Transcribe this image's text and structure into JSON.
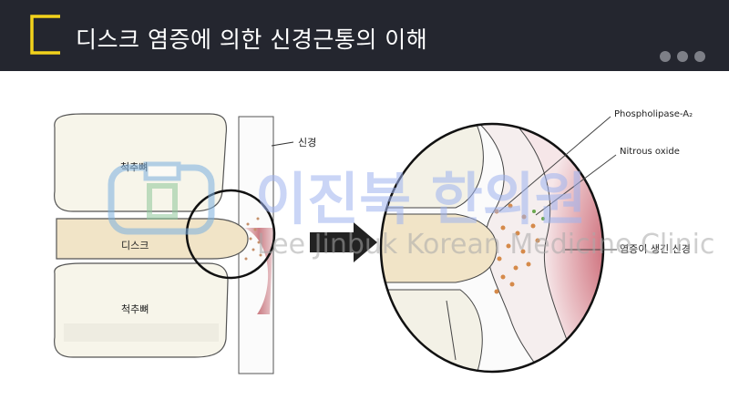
{
  "header": {
    "title": "디스크 염증에 의한 신경근통의 이해",
    "accent_color": "#f2d21c",
    "more_icon": "three-dots-icon"
  },
  "diagram": {
    "labels": {
      "nerve": "신경",
      "vertebra_top": "척추뼈",
      "disc": "디스크",
      "vertebra_bottom": "척추뼈",
      "phospholipase": "Phospholipase-A₂",
      "nitrous_oxide": "Nitrous oxide",
      "inflamed_nerve": "염증이 생긴 신경"
    },
    "watermark": {
      "korean": "이진북 한의원",
      "english": "Lee Jinbuk Korean Medicine Clinic"
    }
  }
}
